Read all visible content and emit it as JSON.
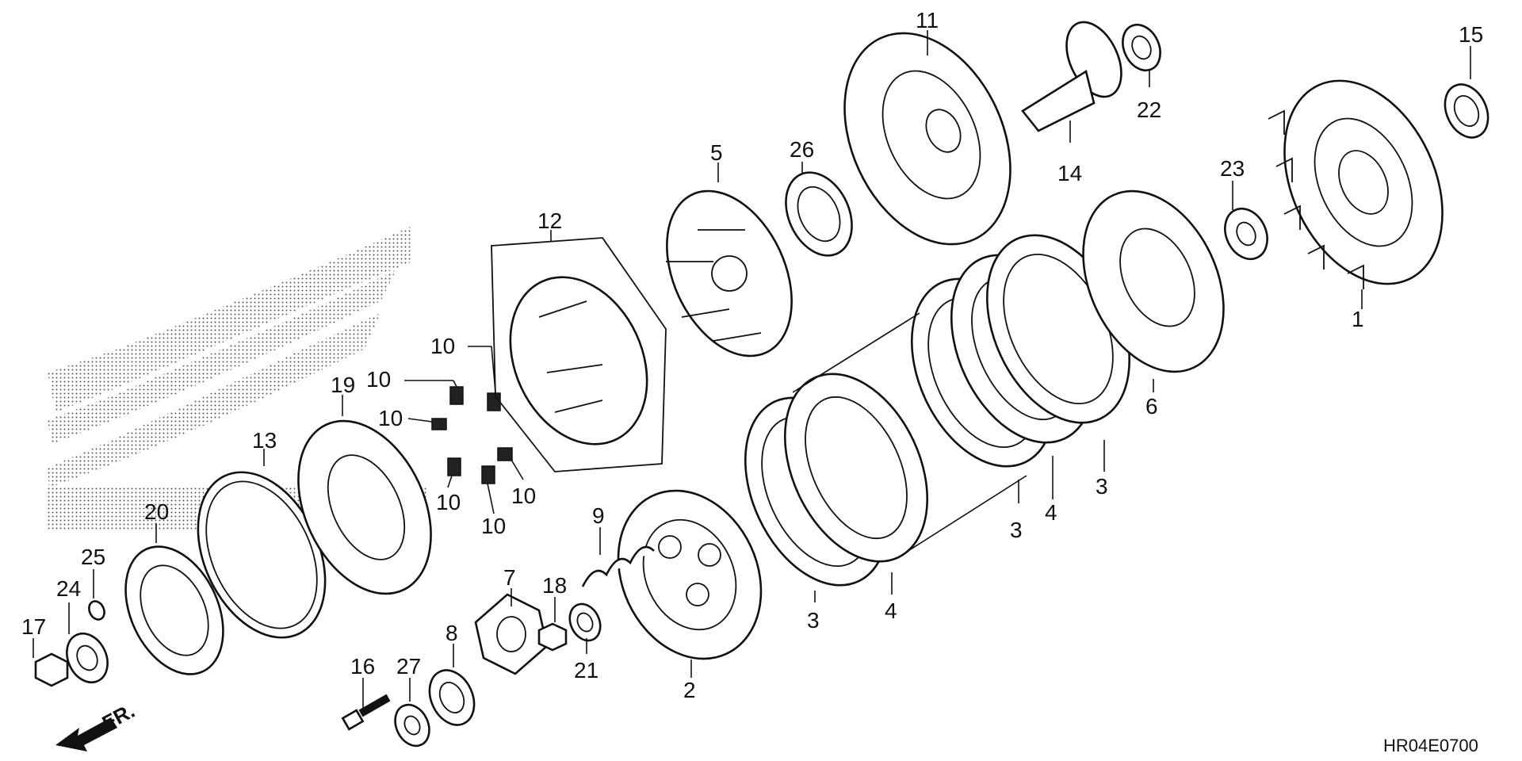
{
  "diagram": {
    "code": "HR04E0700",
    "front_label": "FR.",
    "callouts": [
      {
        "id": "c1",
        "text": "1"
      },
      {
        "id": "c2",
        "text": "2"
      },
      {
        "id": "c3a",
        "text": "3"
      },
      {
        "id": "c3b",
        "text": "3"
      },
      {
        "id": "c3c",
        "text": "3"
      },
      {
        "id": "c4a",
        "text": "4"
      },
      {
        "id": "c4b",
        "text": "4"
      },
      {
        "id": "c5",
        "text": "5"
      },
      {
        "id": "c6",
        "text": "6"
      },
      {
        "id": "c7",
        "text": "7"
      },
      {
        "id": "c8",
        "text": "8"
      },
      {
        "id": "c9",
        "text": "9"
      },
      {
        "id": "c10a",
        "text": "10"
      },
      {
        "id": "c10b",
        "text": "10"
      },
      {
        "id": "c10c",
        "text": "10"
      },
      {
        "id": "c10d",
        "text": "10"
      },
      {
        "id": "c10e",
        "text": "10"
      },
      {
        "id": "c10f",
        "text": "10"
      },
      {
        "id": "c11",
        "text": "11"
      },
      {
        "id": "c12",
        "text": "12"
      },
      {
        "id": "c13",
        "text": "13"
      },
      {
        "id": "c14",
        "text": "14"
      },
      {
        "id": "c15",
        "text": "15"
      },
      {
        "id": "c16",
        "text": "16"
      },
      {
        "id": "c17",
        "text": "17"
      },
      {
        "id": "c18",
        "text": "18"
      },
      {
        "id": "c19",
        "text": "19"
      },
      {
        "id": "c20",
        "text": "20"
      },
      {
        "id": "c21",
        "text": "21"
      },
      {
        "id": "c22",
        "text": "22"
      },
      {
        "id": "c23",
        "text": "23"
      },
      {
        "id": "c24",
        "text": "24"
      },
      {
        "id": "c25",
        "text": "25"
      },
      {
        "id": "c26",
        "text": "26"
      },
      {
        "id": "c27",
        "text": "27"
      }
    ]
  }
}
